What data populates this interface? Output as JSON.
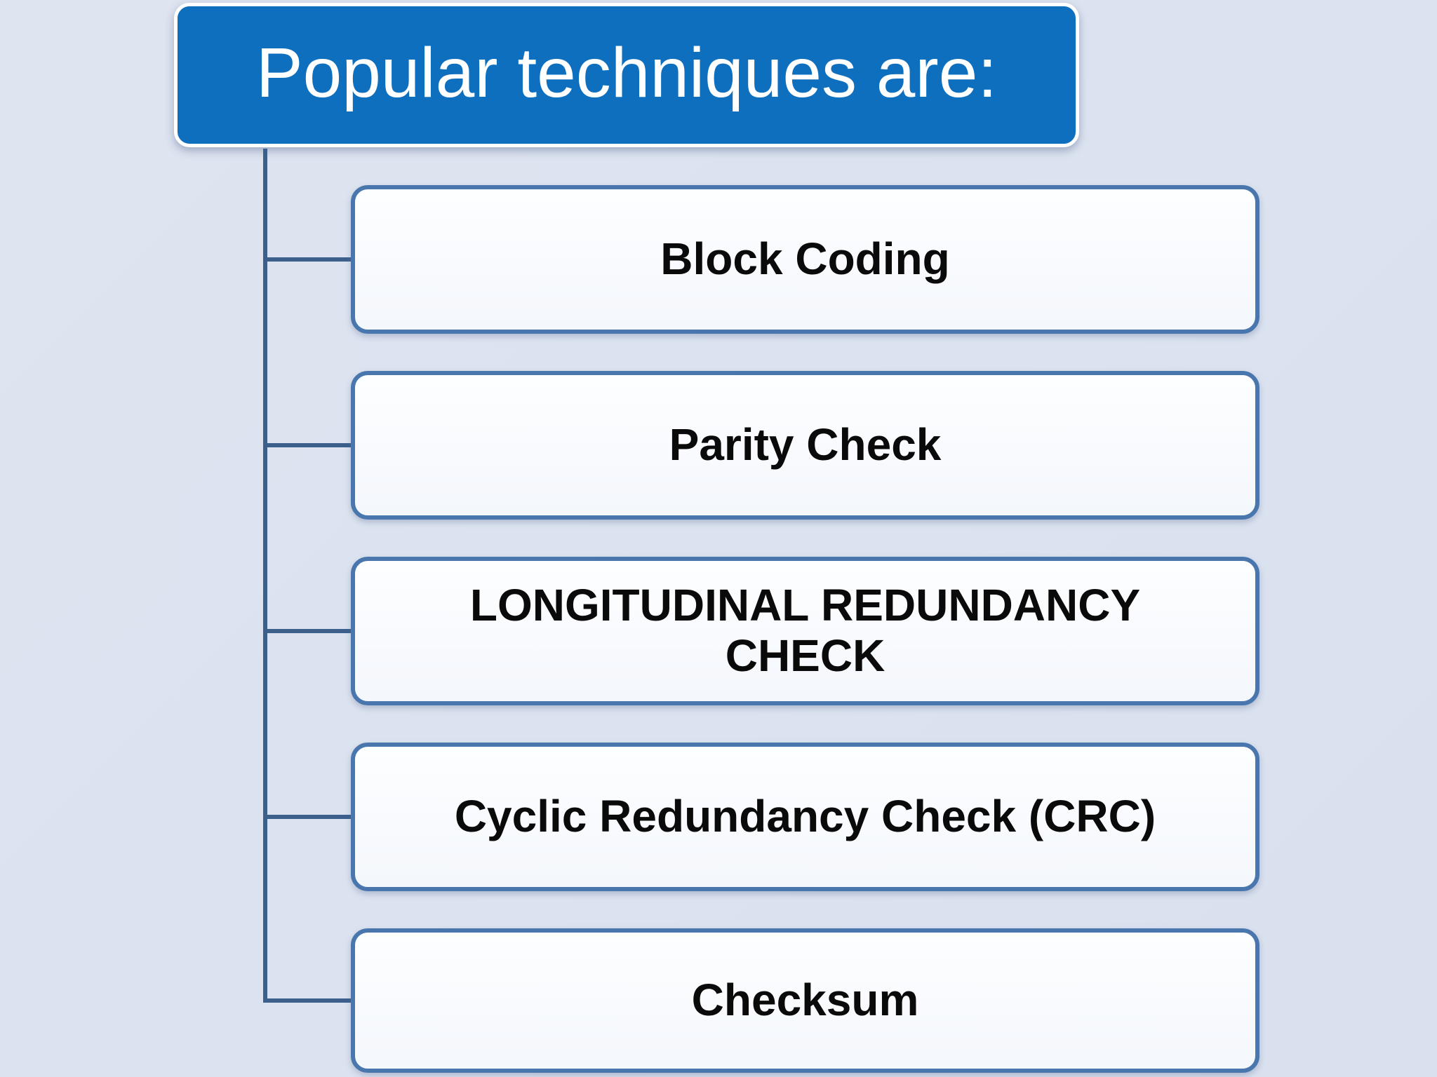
{
  "slide": {
    "title": "Popular techniques are:",
    "nodes": [
      {
        "label": "Block Coding"
      },
      {
        "label": "Parity Check"
      },
      {
        "label": "LONGITUDINAL REDUNDANCY CHECK"
      },
      {
        "label": "Cyclic Redundancy Check (CRC)"
      },
      {
        "label": "Checksum"
      }
    ],
    "colors": {
      "background": "#dce3f0",
      "header_fill": "#0e6fbe",
      "header_border": "#ffffff",
      "header_text": "#ffffff",
      "node_fill": "#fbfdff",
      "node_border": "#4a76ae",
      "node_text": "#0a0a0a",
      "connector": "#3d5f8c"
    }
  }
}
